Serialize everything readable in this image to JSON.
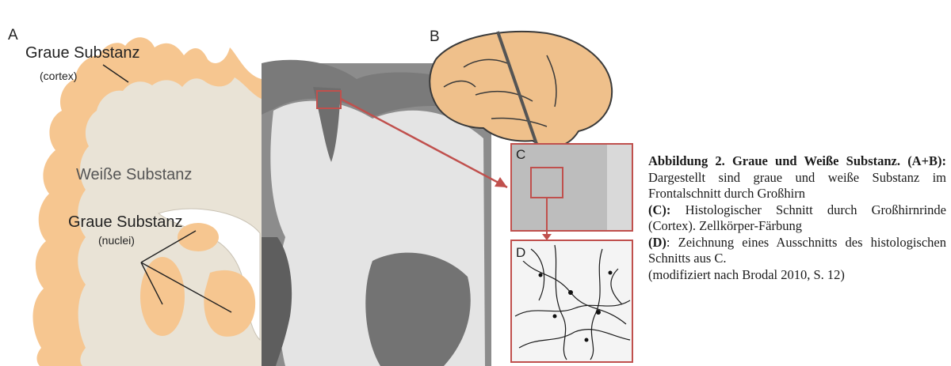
{
  "panel_a": {
    "letter": "A",
    "gray_cortex_title": "Graue Substanz",
    "gray_cortex_sub": "(cortex)",
    "white_matter": "Weiße Substanz",
    "gray_nuclei_title": "Graue Substanz",
    "gray_nuclei_sub": "(nuclei)"
  },
  "panel_b": {
    "letter": "B"
  },
  "panel_c": {
    "letter": "C"
  },
  "panel_d": {
    "letter": "D"
  },
  "caption": {
    "title": "Abbildung 2. Graue und Weiße Substanz.",
    "ab_label": "(A+B):",
    "ab_text": "Dargestellt sind graue und weiße Substanz im Frontalschnitt durch Großhirn",
    "c_label": "(C):",
    "c_text": "Histologischer Schnitt durch Großhirnrinde (Cortex). Zellkörper-Färbung",
    "d_label": "(D)",
    "d_text": ": Zeichnung eines Ausschnitts des histologischen Schnitts aus C.",
    "source": "(modifiziert nach Brodal 2010, S. 12)"
  },
  "colors": {
    "gray_matter": "#f6c690",
    "white_matter": "#e9e3d6",
    "frame_red": "#c0504d",
    "brain_skin": "#efc08b"
  }
}
